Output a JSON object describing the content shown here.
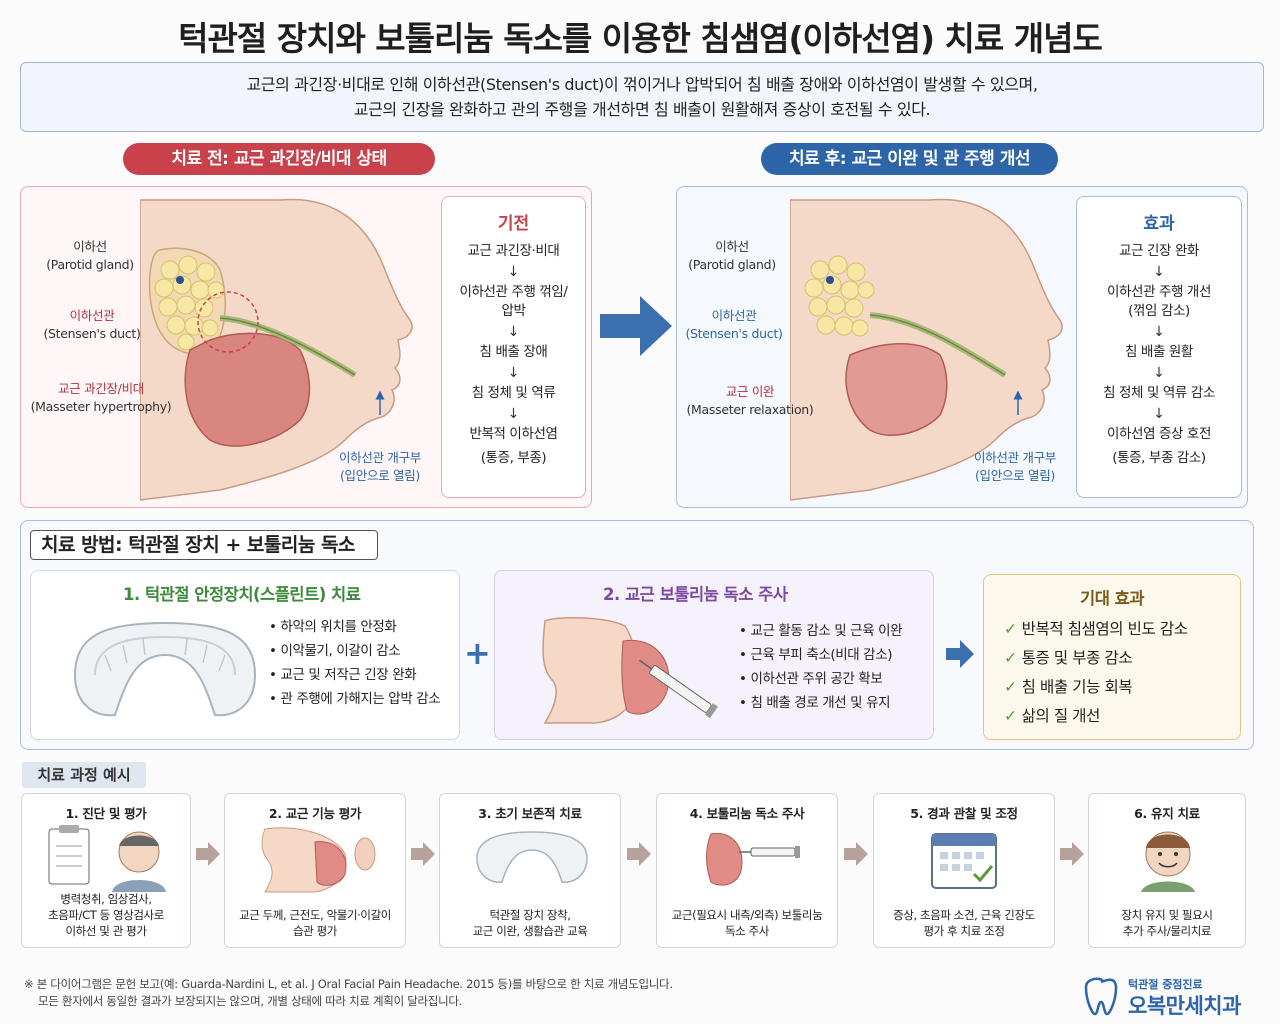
{
  "title": "턱관절 장치와 보툴리눔 독소를 이용한 침샘염(이하선염) 치료 개념도",
  "intro": {
    "line1": "교근의 과긴장·비대로 인해 이하선관(Stensen's duct)이 꺾이거나 압박되어 침 배출 장애와 이하선염이 발생할 수 있으며,",
    "line2": "교근의 긴장을 완화하고 관의 주행을 개선하면 침 배출이 원활해져 증상이 호전될 수 있다."
  },
  "before": {
    "pill": "치료 전: 교근 과긴장/비대 상태",
    "labels": {
      "parotid_ko": "이하선",
      "parotid_en": "(Parotid gland)",
      "duct_ko": "이하선관",
      "duct_en": "(Stensen's duct)",
      "masseter_ko": "교근 과긴장/비대",
      "masseter_en": "(Masseter hypertrophy)",
      "opening_1": "이하선관 개구부",
      "opening_2": "(입안으로 열림)"
    },
    "flow_title": "기전",
    "flow": [
      {
        "l1": "교근 과긴장·비대",
        "l2": ""
      },
      {
        "l1": "이하선관 주행 꺾임/",
        "l2": "압박"
      },
      {
        "l1": "침 배출 장애",
        "l2": ""
      },
      {
        "l1": "침 정체 및 역류",
        "l2": ""
      },
      {
        "l1": "반복적 이하선염",
        "l2": "(통증, 부종)"
      }
    ]
  },
  "after": {
    "pill": "치료 후: 교근 이완 및 관 주행 개선",
    "labels": {
      "parotid_ko": "이하선",
      "parotid_en": "(Parotid gland)",
      "duct_ko": "이하선관",
      "duct_en": "(Stensen's duct)",
      "masseter_ko": "교근 이완",
      "masseter_en": "(Masseter relaxation)",
      "opening_1": "이하선관 개구부",
      "opening_2": "(입안으로 열림)"
    },
    "flow_title": "효과",
    "flow": [
      {
        "l1": "교근 긴장 완화",
        "l2": ""
      },
      {
        "l1": "이하선관 주행 개선",
        "l2": "(꺾임 감소)"
      },
      {
        "l1": "침 배출 원활",
        "l2": ""
      },
      {
        "l1": "침 정체 및 역류 감소",
        "l2": ""
      },
      {
        "l1": "이하선염 증상 호전",
        "l2": "(통증, 부종 감소)"
      }
    ]
  },
  "arrow_glyph": "↓",
  "method": {
    "title": "치료 방법: 턱관절 장치 + 보툴리눔 독소",
    "plus": "+",
    "card1": {
      "title": "1. 턱관절 안정장치(스플린트) 치료",
      "bullets": [
        "하악의 위치를 안정화",
        "이악물기, 이갈이 감소",
        "교근 및 저작근 긴장 완화",
        "관 주행에 가해지는 압박 감소"
      ]
    },
    "card2": {
      "title": "2. 교근 보툴리눔 독소 주사",
      "bullets": [
        "교근 활동 감소 및 근육 이완",
        "근육 부피 축소(비대 감소)",
        "이하선관 주위 공간 확보",
        "침 배출 경로 개선 및 유지"
      ]
    },
    "card3": {
      "title": "기대 효과",
      "checks": [
        "반복적 침샘염의 빈도 감소",
        "통증 및 부종 감소",
        "침 배출 기능 회복",
        "삶의 질 개선"
      ]
    }
  },
  "process": {
    "title": "치료 과정 예시",
    "steps": [
      {
        "title": "1. 진단 및 평가",
        "d1": "병력청취, 임상검사,",
        "d2": "초음파/CT 등 영상검사로",
        "d3": "이하선 및 관 평가"
      },
      {
        "title": "2. 교근 기능 평가",
        "d1": "교근 두께, 근전도, 악물기·이갈이",
        "d2": "습관 평가",
        "d3": ""
      },
      {
        "title": "3. 초기 보존적 치료",
        "d1": "턱관절 장치 장착,",
        "d2": "교근 이완, 생활습관 교육",
        "d3": ""
      },
      {
        "title": "4. 보툴리눔 독소 주사",
        "d1": "교근(필요시 내측/외측) 보툴리눔",
        "d2": "독소 주사",
        "d3": ""
      },
      {
        "title": "5. 경과 관찰 및 조정",
        "d1": "증상, 초음파 소견, 근육 긴장도",
        "d2": "평가 후 치료 조정",
        "d3": ""
      },
      {
        "title": "6. 유지 치료",
        "d1": "장치 유지 및 필요시",
        "d2": "추가 주사/물리치료",
        "d3": ""
      }
    ]
  },
  "footer": {
    "line1": "※ 본 다이어그램은 문헌 보고(예: Guarda-Nardini L, et al. J Oral Facial Pain Headache. 2015 등)를 바탕으로 한 치료 개념도입니다.",
    "line2": "모든 환자에서 동일한 결과가 보장되지는 않으며, 개별 상태에 따라 치료 계획이 달라집니다."
  },
  "brand": {
    "tagline": "턱관절 중점진료",
    "name": "오복만세치과"
  },
  "colors": {
    "red": "#c8414b",
    "blue": "#2e64a8",
    "gold": "#e6c37c",
    "check": "#5a9a3b"
  }
}
